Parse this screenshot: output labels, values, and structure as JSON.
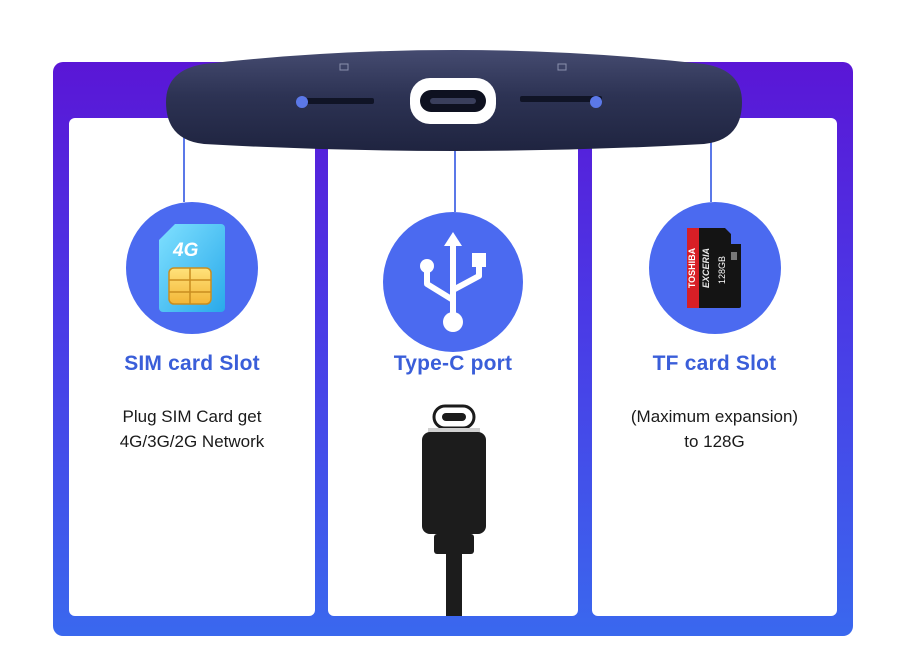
{
  "panels": {
    "sim": {
      "title": "SIM card Slot",
      "description_line1": "Plug SIM Card get",
      "description_line2": "4G/3G/2G Network",
      "icon": "sim-card-icon",
      "chip_label": "4G"
    },
    "usb": {
      "title": "Type-C port",
      "icon": "usb-symbol-icon"
    },
    "tf": {
      "title": "TF card Slot",
      "description_line1": "(Maximum expansion)",
      "description_line2": "to 128G",
      "icon": "micro-sd-card-icon",
      "card_brand": "TOSHIBA",
      "card_series": "EXCERIA",
      "card_capacity": "128GB"
    }
  },
  "colors": {
    "accent_blue": "#4b6af0",
    "title_blue": "#3a5ed9",
    "backdrop_top": "#5a16d6",
    "backdrop_bottom": "#3a68ee",
    "device_body": "#2b3150"
  }
}
